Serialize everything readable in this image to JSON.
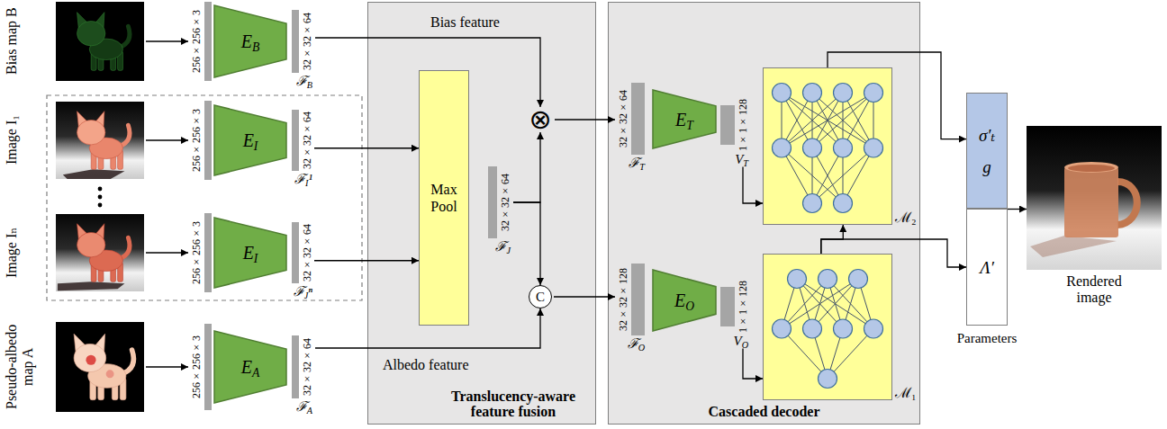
{
  "diagram": {
    "nodes": [
      {
        "text": [
          "Bias map B"
        ]
      },
      {
        "text": [
          "256×256×3"
        ]
      },
      {
        "text": [
          "EB"
        ]
      },
      {
        "text": [
          "32×32×64",
          "ℱB"
        ]
      },
      {
        "text": [
          "Image I₁"
        ]
      },
      {
        "text": [
          "256×256×3"
        ]
      },
      {
        "text": [
          "EI"
        ]
      },
      {
        "text": [
          "32×32×64",
          "ℱI¹"
        ]
      },
      {
        "text": [
          "Image Iₙ"
        ]
      },
      {
        "text": [
          "256×256×3"
        ]
      },
      {
        "text": [
          "EI"
        ]
      },
      {
        "text": [
          "32×32×64",
          "ℱJⁿ"
        ]
      },
      {
        "text": [
          "Pseudo-albedo map A"
        ]
      },
      {
        "text": [
          "256×256×3"
        ]
      },
      {
        "text": [
          "EA"
        ]
      },
      {
        "text": [
          "32×32×64",
          "ℱA"
        ]
      },
      {
        "text": [
          "Translucency-aware feature fusion"
        ]
      },
      {
        "text": [
          "Max Pool"
        ],
        "in": 16
      },
      {
        "text": [
          "32×32×64",
          "ℱJ"
        ],
        "in": 16
      },
      {
        "text": [
          "⊗"
        ],
        "in": 16
      },
      {
        "text": [
          "C"
        ],
        "in": 16
      },
      {
        "text": [
          "Cascaded decoder"
        ]
      },
      {
        "text": [
          "32×32×64",
          "ℱT"
        ],
        "in": 21
      },
      {
        "text": [
          "ET"
        ],
        "in": 21
      },
      {
        "text": [
          "1×1×128",
          "VT"
        ],
        "in": 21
      },
      {
        "text": [
          "ℳ₂"
        ],
        "in": 21
      },
      {
        "text": [
          "32×32×128",
          "ℱO"
        ],
        "in": 21
      },
      {
        "text": [
          "EO"
        ],
        "in": 21
      },
      {
        "text": [
          "1×1×128",
          "VO"
        ],
        "in": 21
      },
      {
        "text": [
          "ℳ₁"
        ],
        "in": 21
      },
      {
        "text": [
          "Parameters"
        ]
      },
      {
        "text": [
          "σ′ₜ",
          "g"
        ],
        "in": 30
      },
      {
        "text": [
          "Λ′"
        ],
        "in": 30
      },
      {
        "text": [
          "Rendered image"
        ]
      }
    ],
    "edges": [
      {
        "from": 0,
        "to": 1,
        "arrow": "to"
      },
      {
        "from": 4,
        "to": 5,
        "arrow": "to"
      },
      {
        "from": 8,
        "to": 9,
        "arrow": "to"
      },
      {
        "from": 12,
        "to": 13,
        "arrow": "to"
      },
      {
        "from": 3,
        "to": 19,
        "arrow": "to"
      },
      {
        "from": 7,
        "to": 17,
        "arrow": "to"
      },
      {
        "from": 11,
        "to": 17,
        "arrow": "to"
      },
      {
        "from": 18,
        "to": 19,
        "arrow": "to"
      },
      {
        "from": 18,
        "to": 20,
        "arrow": "to"
      },
      {
        "from": 15,
        "to": 20,
        "arrow": "to"
      },
      {
        "from": 19,
        "to": 22,
        "arrow": "to"
      },
      {
        "from": 20,
        "to": 26,
        "arrow": "to"
      },
      {
        "from": 24,
        "to": 25,
        "arrow": "to"
      },
      {
        "from": 28,
        "to": 29,
        "arrow": "to"
      },
      {
        "from": 25,
        "to": 31,
        "arrow": "to"
      },
      {
        "from": 29,
        "to": 25,
        "arrow": "to"
      },
      {
        "from": 29,
        "to": 32,
        "arrow": "to"
      },
      {
        "from": 30,
        "to": 33,
        "arrow": "to"
      }
    ],
    "labels": [
      "Bias feature",
      "Albedo feature"
    ]
  }
}
